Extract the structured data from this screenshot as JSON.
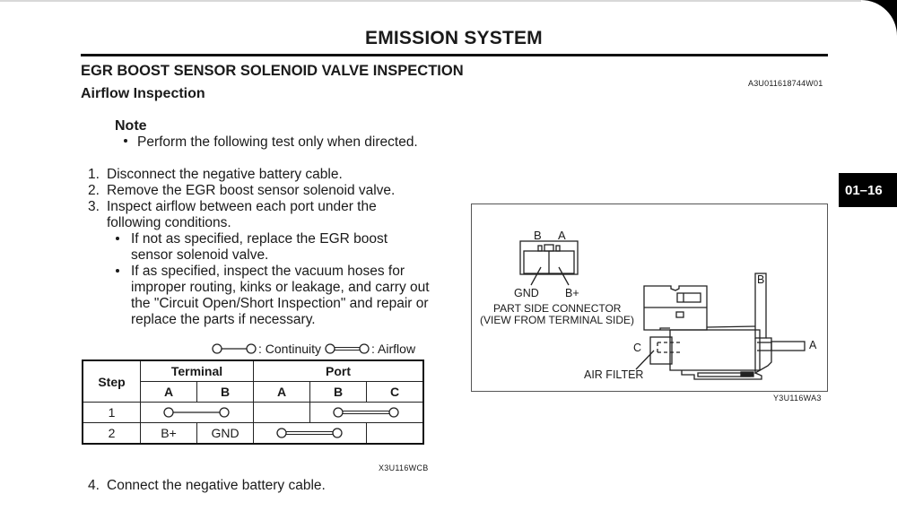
{
  "header": {
    "title": "EMISSION SYSTEM",
    "page_tab": "01–16"
  },
  "section": {
    "title": "EGR BOOST SENSOR SOLENOID VALVE INSPECTION",
    "doc_code": "A3U011618744W01",
    "subtitle": "Airflow Inspection"
  },
  "note": {
    "label": "Note",
    "items": [
      "Perform the following test only when directed."
    ]
  },
  "steps": [
    {
      "num": "1.",
      "text": "Disconnect the negative battery cable."
    },
    {
      "num": "2.",
      "text": "Remove the EGR boost sensor solenoid valve."
    },
    {
      "num": "3.",
      "text": "Inspect airflow between each port under the following conditions.",
      "bullets": [
        "If not as specified, replace the EGR boost sensor solenoid valve.",
        "If as specified, inspect the vacuum hoses for improper routing, kinks or leakage, and carry out the \"Circuit Open/Short Inspection\" and repair or replace the parts if necessary."
      ]
    },
    {
      "num": "4.",
      "text": "Connect the negative battery cable."
    }
  ],
  "legend": {
    "continuity": ": Continuity",
    "airflow": ": Airflow"
  },
  "table": {
    "step_header": "Step",
    "terminal_header": "Terminal",
    "port_header": "Port",
    "terminal_cols": [
      "A",
      "B"
    ],
    "port_cols": [
      "A",
      "B",
      "C"
    ],
    "rows": [
      {
        "step": "1",
        "terminal": [
          "continuity",
          "continuity"
        ],
        "terminal_text": [
          "",
          ""
        ],
        "port": [
          "",
          "airflow",
          "airflow"
        ]
      },
      {
        "step": "2",
        "terminal": [
          "",
          ""
        ],
        "terminal_text": [
          "B+",
          "GND"
        ],
        "port": [
          "airflow",
          "airflow",
          ""
        ]
      }
    ],
    "code": "X3U116WCB"
  },
  "figure": {
    "connector_pins": [
      "B",
      "A"
    ],
    "gnd_label": "GND",
    "bplus_label": "B+",
    "connector_caption_1": "PART SIDE CONNECTOR",
    "connector_caption_2": "(VIEW FROM TERMINAL SIDE)",
    "port_b": "B",
    "port_a": "A",
    "port_c": "C",
    "air_filter": "AIR FILTER",
    "code": "Y3U116WA3"
  }
}
